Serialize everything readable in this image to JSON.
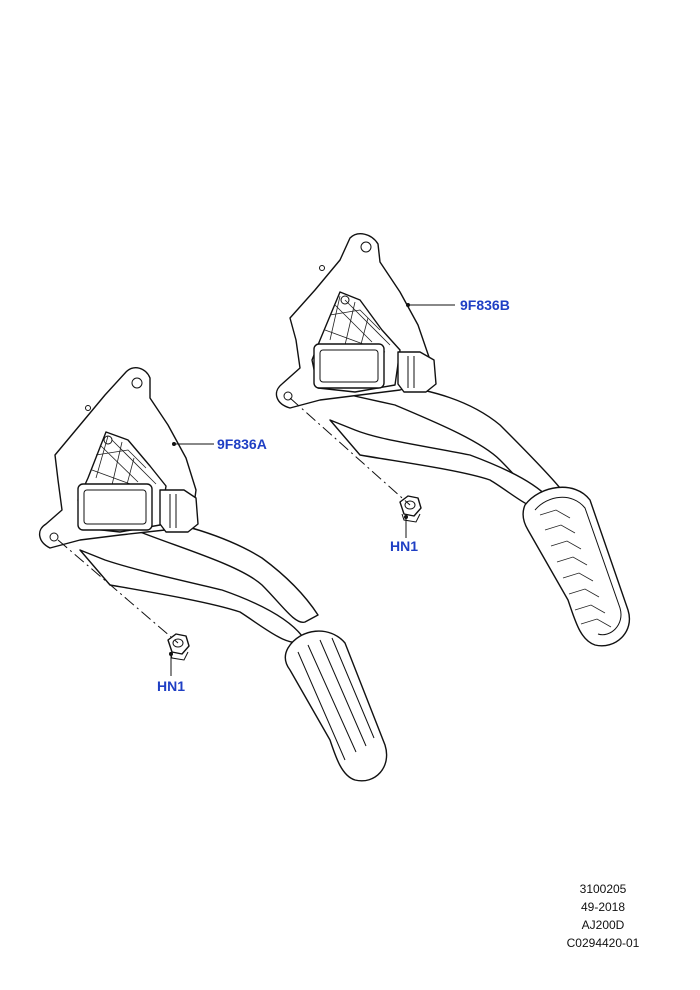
{
  "callouts": {
    "pedal_b": {
      "label": "9F836B"
    },
    "pedal_a": {
      "label": "9F836A"
    },
    "nut_b": {
      "label": "HN1"
    },
    "nut_a": {
      "label": "HN1"
    }
  },
  "reference": {
    "line1": "3100205",
    "line2": "49-2018",
    "line3": "AJ200D",
    "line4": "C0294420-01"
  },
  "colors": {
    "callout_text": "#1f3fc4",
    "line_art": "#111111"
  }
}
